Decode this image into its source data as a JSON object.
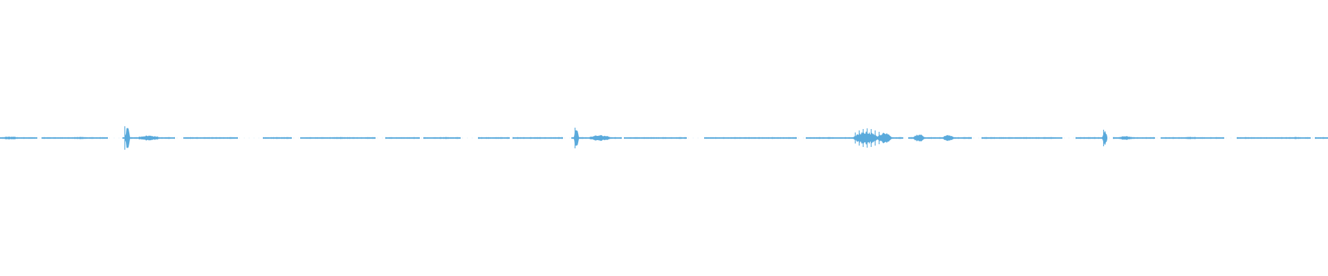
{
  "waveform": {
    "color": "#5aaadc",
    "background": "#ffffff",
    "duration": 1,
    "segments": [
      [
        0.0,
        0.028
      ],
      [
        0.031,
        0.081
      ],
      [
        0.092,
        0.132
      ],
      [
        0.138,
        0.179
      ],
      [
        0.198,
        0.22
      ],
      [
        0.226,
        0.283
      ],
      [
        0.29,
        0.316
      ],
      [
        0.319,
        0.347
      ],
      [
        0.36,
        0.384
      ],
      [
        0.386,
        0.424
      ],
      [
        0.43,
        0.468
      ],
      [
        0.47,
        0.517
      ],
      [
        0.53,
        0.6
      ],
      [
        0.607,
        0.68
      ],
      [
        0.684,
        0.732
      ],
      [
        0.739,
        0.8
      ],
      [
        0.81,
        0.834
      ],
      [
        0.838,
        0.87
      ],
      [
        0.874,
        0.922
      ],
      [
        0.931,
        0.987
      ],
      [
        0.99,
        1.0
      ]
    ],
    "bursts": [
      {
        "t": 0.008,
        "width": 0.018,
        "amplitude": 0.012
      },
      {
        "t": 0.06,
        "width": 0.02,
        "amplitude": 0.008
      },
      {
        "t": 0.096,
        "width": 0.004,
        "amplitude": 0.085
      },
      {
        "t": 0.112,
        "width": 0.02,
        "amplitude": 0.02
      },
      {
        "t": 0.165,
        "width": 0.01,
        "amplitude": 0.007
      },
      {
        "t": 0.255,
        "width": 0.02,
        "amplitude": 0.008
      },
      {
        "t": 0.336,
        "width": 0.008,
        "amplitude": 0.008
      },
      {
        "t": 0.434,
        "width": 0.004,
        "amplitude": 0.07
      },
      {
        "t": 0.452,
        "width": 0.02,
        "amplitude": 0.022
      },
      {
        "t": 0.652,
        "width": 0.02,
        "amplitude": 0.05
      },
      {
        "t": 0.666,
        "width": 0.012,
        "amplitude": 0.04
      },
      {
        "t": 0.692,
        "width": 0.01,
        "amplitude": 0.028
      },
      {
        "t": 0.714,
        "width": 0.01,
        "amplitude": 0.022
      },
      {
        "t": 0.832,
        "width": 0.004,
        "amplitude": 0.055
      },
      {
        "t": 0.848,
        "width": 0.014,
        "amplitude": 0.015
      },
      {
        "t": 0.897,
        "width": 0.012,
        "amplitude": 0.01
      },
      {
        "t": 0.976,
        "width": 0.012,
        "amplitude": 0.008
      }
    ],
    "spikes": [
      {
        "t": 0.094,
        "amplitude": 0.085
      },
      {
        "t": 0.433,
        "amplitude": 0.075
      },
      {
        "t": 0.644,
        "amplitude": 0.04
      },
      {
        "t": 0.647,
        "amplitude": 0.055
      },
      {
        "t": 0.65,
        "amplitude": 0.065
      },
      {
        "t": 0.653,
        "amplitude": 0.07
      },
      {
        "t": 0.656,
        "amplitude": 0.065
      },
      {
        "t": 0.659,
        "amplitude": 0.055
      },
      {
        "t": 0.662,
        "amplitude": 0.045
      },
      {
        "t": 0.831,
        "amplitude": 0.06
      }
    ]
  }
}
